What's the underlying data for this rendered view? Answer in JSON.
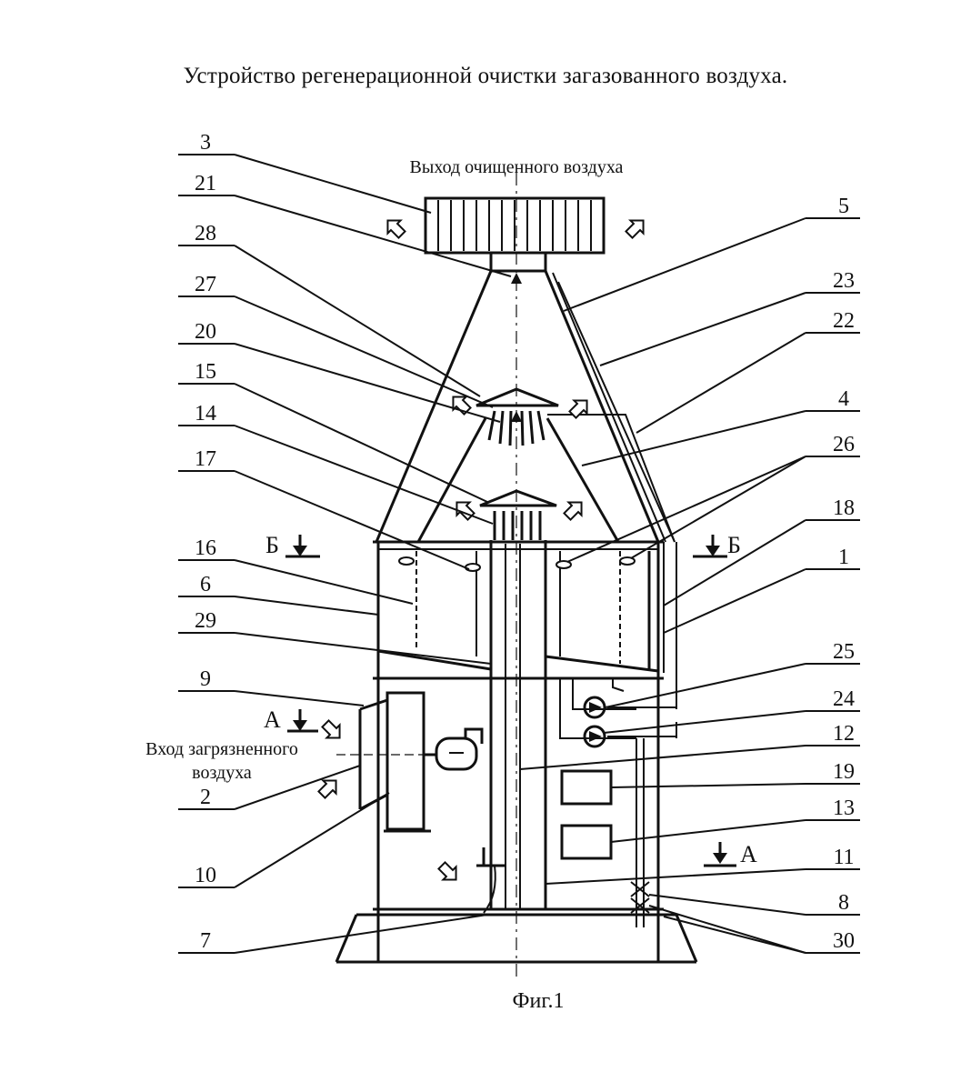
{
  "title": "Устройство регенерационной очистки загазованного воздуха.",
  "captions": {
    "outlet": "Выход очищенного воздуха",
    "inlet_line1": "Вход загрязненного",
    "inlet_line2": "воздуха",
    "figure": "Фиг.1"
  },
  "section_marks": {
    "a": "А",
    "b": "Б"
  },
  "labels_left": [
    "3",
    "21",
    "28",
    "27",
    "20",
    "15",
    "14",
    "17",
    "16",
    "6",
    "29",
    "9",
    "2",
    "10",
    "7"
  ],
  "labels_right": [
    "5",
    "23",
    "22",
    "4",
    "26",
    "18",
    "1",
    "25",
    "24",
    "12",
    "19",
    "13",
    "11",
    "8",
    "30"
  ]
}
